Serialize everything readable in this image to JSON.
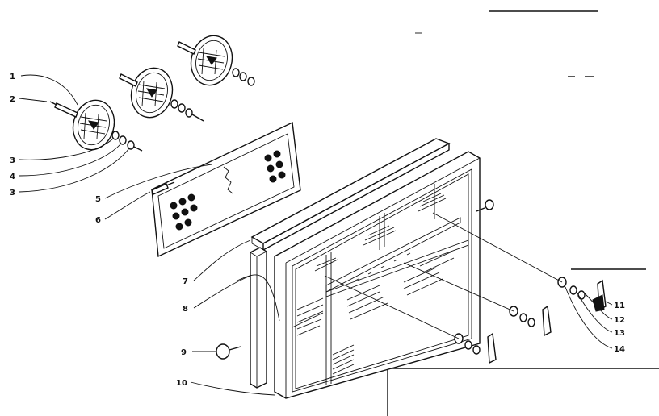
{
  "callouts": [
    {
      "id": "c1",
      "text": "1"
    },
    {
      "id": "c2",
      "text": "2"
    },
    {
      "id": "c3a",
      "text": "3"
    },
    {
      "id": "c4",
      "text": "4"
    },
    {
      "id": "c3b",
      "text": "3"
    },
    {
      "id": "c5",
      "text": "5"
    },
    {
      "id": "c6",
      "text": "6"
    },
    {
      "id": "c7",
      "text": "7"
    },
    {
      "id": "c8",
      "text": "8"
    },
    {
      "id": "c9",
      "text": "9"
    },
    {
      "id": "c10",
      "text": "10"
    },
    {
      "id": "c11",
      "text": "11"
    },
    {
      "id": "c12",
      "text": "12"
    },
    {
      "id": "c13",
      "text": "13"
    },
    {
      "id": "c14",
      "text": "14"
    }
  ]
}
